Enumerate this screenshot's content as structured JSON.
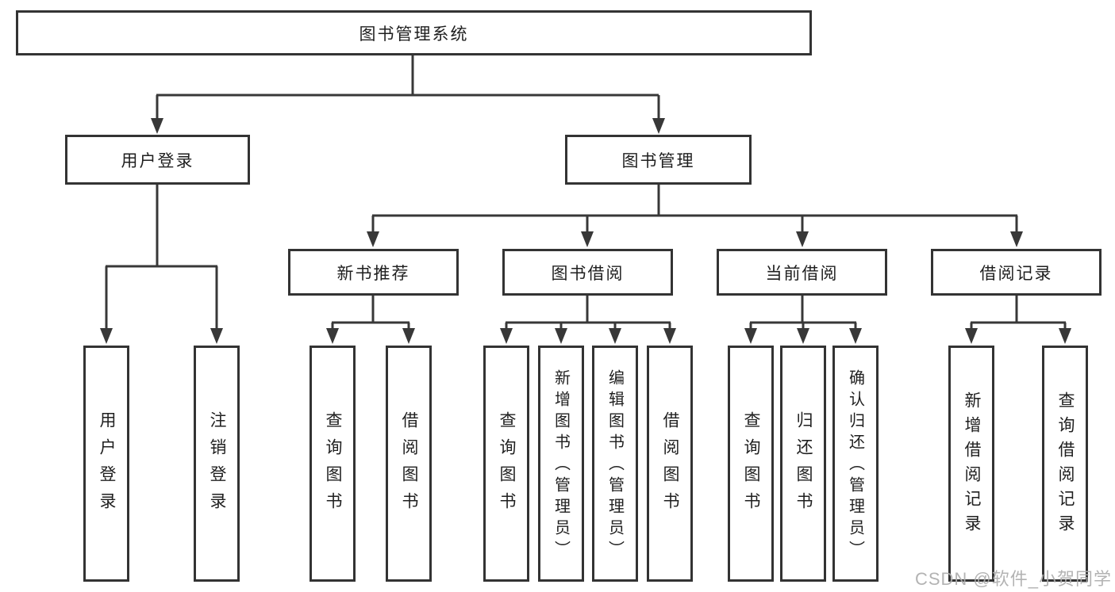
{
  "tree": {
    "root": "图书管理系统",
    "branches": [
      {
        "label": "用户登录",
        "children": [
          {
            "label": "用户登录"
          },
          {
            "label": "注销登录"
          }
        ]
      },
      {
        "label": "图书管理",
        "sections": [
          {
            "label": "新书推荐",
            "children": [
              {
                "label": "查询图书"
              },
              {
                "label": "借阅图书"
              }
            ]
          },
          {
            "label": "图书借阅",
            "children": [
              {
                "label": "查询图书"
              },
              {
                "label": "新增图书（管理员）"
              },
              {
                "label": "编辑图书（管理员）"
              },
              {
                "label": "借阅图书"
              }
            ]
          },
          {
            "label": "当前借阅",
            "children": [
              {
                "label": "查询图书"
              },
              {
                "label": "归还图书"
              },
              {
                "label": "确认归还（管理员）"
              }
            ]
          },
          {
            "label": "借阅记录",
            "children": [
              {
                "label": "新增借阅记录"
              },
              {
                "label": "查询借阅记录"
              }
            ]
          }
        ]
      }
    ]
  },
  "watermark": "CSDN @软件_小贺同学",
  "colors": {
    "line": "#383838",
    "box_border": "#333333",
    "text": "#1f1f1f",
    "watermark": "#acacac",
    "background": "#ffffff"
  }
}
